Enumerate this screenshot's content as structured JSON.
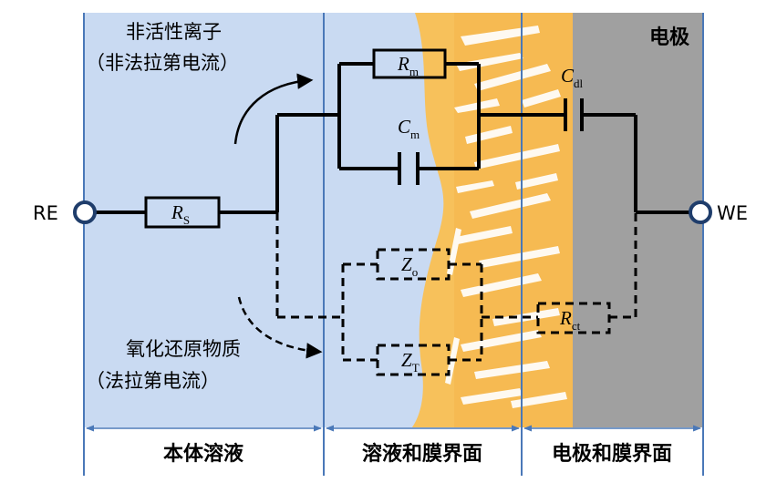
{
  "regions": {
    "bulk_solution": "本体溶液",
    "solution_film_interface": "溶液和膜界面",
    "electrode_film_interface": "电极和膜界面"
  },
  "electrode_label": "电极",
  "terminals": {
    "reference": "RE",
    "working": "WE"
  },
  "annotations": {
    "non_active_ions": "非活性离子",
    "non_faradaic_current": "（非法拉第电流）",
    "redox_species": "氧化还原物质",
    "faradaic_current": "（法拉第电流）"
  },
  "components": {
    "Rs": {
      "symbol": "R",
      "subscript": "S"
    },
    "Rm": {
      "symbol": "R",
      "subscript": "m"
    },
    "Cm": {
      "symbol": "C",
      "subscript": "m"
    },
    "Cdl": {
      "symbol": "C",
      "subscript": "dl"
    },
    "Zo": {
      "symbol": "Z",
      "subscript": "o"
    },
    "ZT": {
      "symbol": "Z",
      "subscript": "T"
    },
    "Rct": {
      "symbol": "R",
      "subscript": "ct"
    }
  },
  "colors": {
    "bulk_bg": "#c9daf2",
    "film": "#f7c15b",
    "film_light": "#fbe2a6",
    "electrode": "#a0a0a0",
    "divider": "#4a78b8",
    "wire": "#000000"
  }
}
